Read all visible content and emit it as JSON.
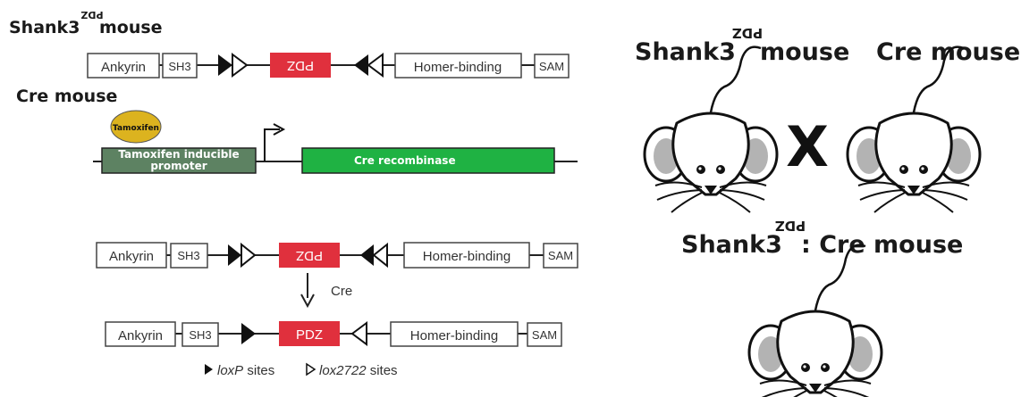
{
  "left_panel": {
    "shank3_title": {
      "prefix": "Shank3",
      "superscript": "PDZ",
      "suffix": "mouse"
    },
    "cre_title": "Cre mouse",
    "floxed_construct": {
      "domains": [
        "Ankyrin",
        "SH3",
        "PDZ",
        "Homer-binding",
        "SAM"
      ]
    },
    "cre_construct": {
      "tamoxifen_label": "Tamoxifen",
      "promoter_label_line1": "Tamoxifen inducible",
      "promoter_label_line2": "promoter",
      "recombinase_label": "Cre recombinase",
      "colors": {
        "tamoxifen": "#dcb31f",
        "promoter": "#5d8262",
        "recombinase": "#1fb243"
      }
    },
    "cre_arrow_label": "Cre",
    "recombined_construct": {
      "domains": [
        "Ankyrin",
        "SH3",
        "PDZ",
        "Homer-binding",
        "SAM"
      ]
    },
    "legend": {
      "loxp_name": "loxP",
      "loxp_suffix": " sites",
      "lox2722_name": "lox2722",
      "lox2722_suffix": " sites"
    },
    "pdz_color": "#e0303d"
  },
  "right_panel": {
    "shank3_mouse_label": {
      "prefix": "Shank3",
      "superscript": "PDZ",
      "suffix": "mouse"
    },
    "cre_mouse_label": "Cre mouse",
    "cross_symbol": "X",
    "offspring_label": {
      "prefix": "Shank3",
      "superscript": "PDZ",
      "suffix": ": Cre mouse"
    }
  }
}
